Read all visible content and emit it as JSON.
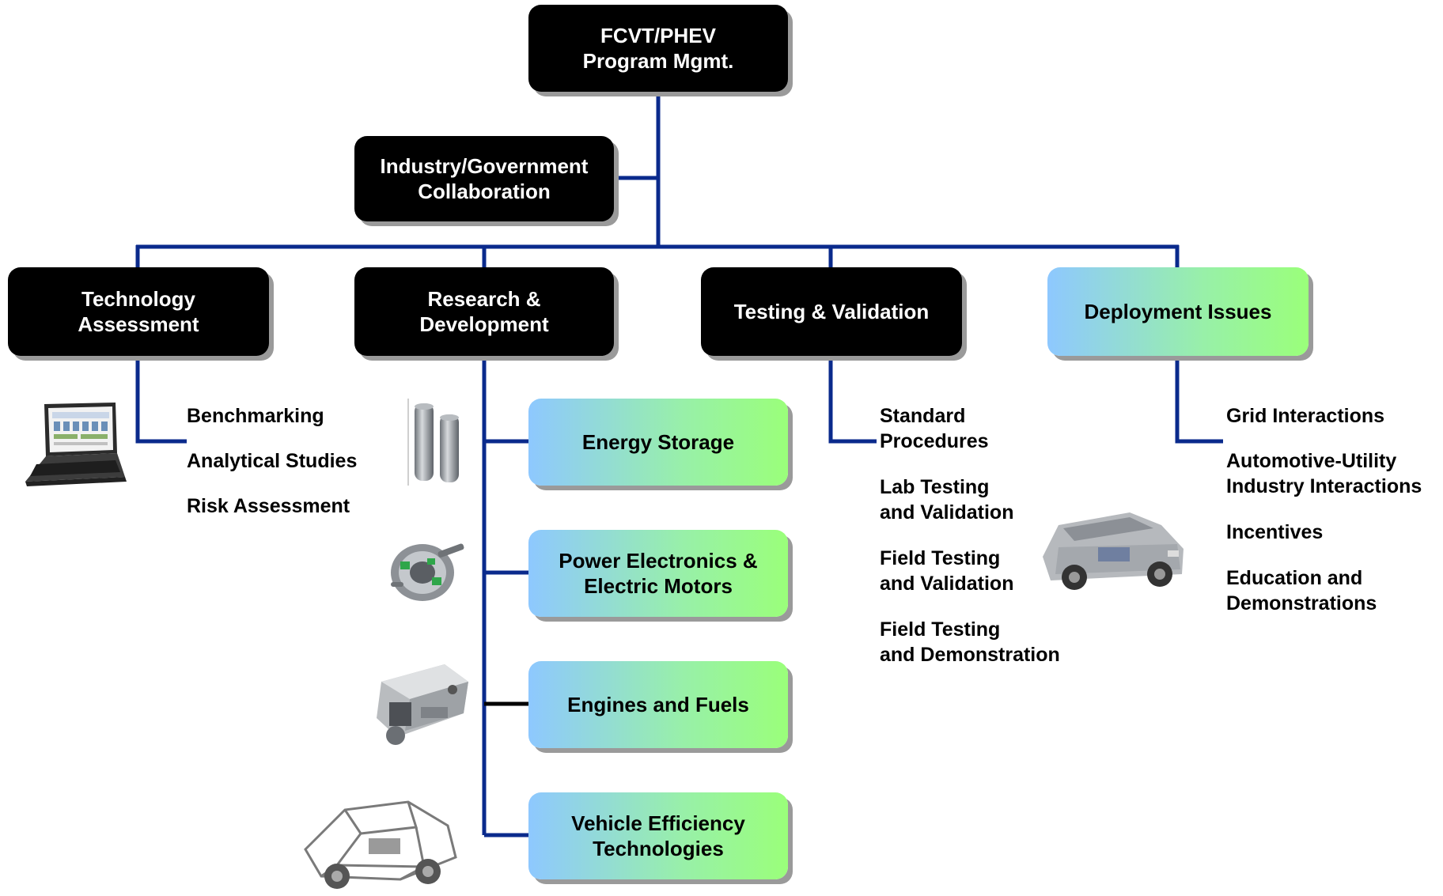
{
  "top": {
    "title": "FCVT/PHEV\nProgram Mgmt."
  },
  "collab": {
    "title": "Industry/Government\nCollaboration"
  },
  "categories": [
    {
      "title": "Technology\nAssessment",
      "items": [
        "Benchmarking",
        "Analytical Studies",
        "Risk Assessment"
      ]
    },
    {
      "title": "Research &\nDevelopment"
    },
    {
      "title": "Testing & Validation",
      "items": [
        "Standard\nProcedures",
        "Lab Testing\nand Validation",
        "Field Testing\nand Validation",
        "Field Testing\nand Demonstration"
      ]
    },
    {
      "title": "Deployment Issues",
      "items": [
        "Grid Interactions",
        "Automotive-Utility\nIndustry Interactions",
        "Incentives",
        "Education and\nDemonstrations"
      ]
    }
  ],
  "rd_items": [
    {
      "title": "Energy Storage",
      "icon": "battery-cells-image"
    },
    {
      "title": "Power Electronics &\nElectric Motors",
      "icon": "electric-motor-image"
    },
    {
      "title": "Engines and Fuels",
      "icon": "engine-image"
    },
    {
      "title": "Vehicle Efficiency\nTechnologies",
      "icon": "vehicle-frame-image"
    }
  ],
  "images": [
    "laptop-image",
    "suv-vehicle-image"
  ],
  "colors": {
    "line": "#0a2a8c",
    "dark_box": "#000000",
    "gradient_start": "#8ec8ff",
    "gradient_end": "#9aff7a",
    "shadow": "#9a9a9a"
  }
}
